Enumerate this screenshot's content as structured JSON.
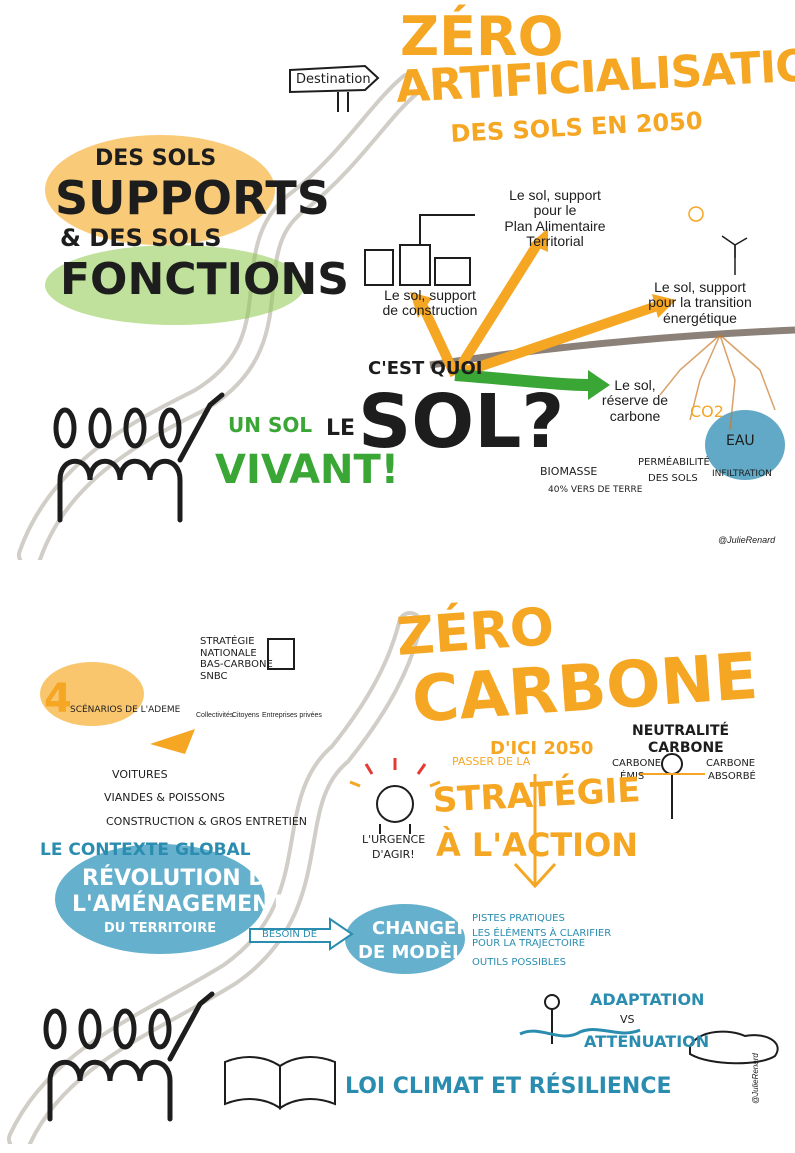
{
  "panel1": {
    "destination_sign": "Destination",
    "title_line1": "ZÉRO",
    "title_line2": "ARTIFICIALISATION",
    "title_line3": "DES SOLS EN 2050",
    "left_heading": [
      "DES SOLS",
      "SUPPORTS",
      "& DES SOLS",
      "FONCTIONS"
    ],
    "label_food": [
      "Le sol, support",
      "pour le",
      "Plan Alimentaire",
      "Territorial"
    ],
    "label_construction": [
      "Le sol, support",
      "de construction"
    ],
    "label_energy": [
      "Le sol, support",
      "pour la transition",
      "énergétique"
    ],
    "label_carbon": [
      "Le sol,",
      "réserve de",
      "carbone"
    ],
    "question_small": "C'EST QUOI",
    "question_le": "LE",
    "question_big": "SOL?",
    "living_soil": [
      "UN SOL",
      "VIVANT!"
    ],
    "co2": "CO2",
    "biomass": "BIOMASSE",
    "biomass_sub": "40% VERS DE TERRE",
    "permeability": [
      "PERMÉABILITÉ",
      "DES SOLS"
    ],
    "water": "EAU",
    "infiltration": "INFILTRATION",
    "signature": "@JulieRenard"
  },
  "panel2": {
    "title_line1": "ZÉRO",
    "title_line2": "CARBONE",
    "title_line3": "D'ICI 2050",
    "ademe_number": "4",
    "ademe_label": "SCÉNARIOS DE L'ADEME",
    "snbc": [
      "STRATÉGIE",
      "NATIONALE",
      "BAS-CARBONE",
      "SNBC"
    ],
    "snbc_sub": [
      "Collectivités",
      "Citoyens",
      "Entreprises privées"
    ],
    "impacts": [
      "VOITURES",
      "VIANDES & POISSONS",
      "CONSTRUCTION & GROS ENTRETIEN"
    ],
    "neutrality": [
      "NEUTRALITÉ",
      "CARBONE"
    ],
    "carbon_emitted": [
      "CARBONE",
      "ÉMIS"
    ],
    "carbon_absorbed": [
      "CARBONE",
      "ABSORBÉ"
    ],
    "strategy_small": "PASSER DE LA",
    "strategy_big": "STRATÉGIE",
    "action": "À L'ACTION",
    "urgency": [
      "L'URGENCE",
      "D'AGIR!"
    ],
    "global_context": "LE CONTEXTE GLOBAL",
    "revolution": [
      "RÉVOLUTION DE",
      "L'AMÉNAGEMENT",
      "DU TERRITOIRE"
    ],
    "need": "BESOIN DE",
    "change_model": [
      "CHANGER",
      "DE MODÈLE"
    ],
    "bullets": [
      "PISTES PRATIQUES",
      "LES ÉLÉMENTS À CLARIFIER POUR LA TRAJECTOIRE",
      "OUTILS POSSIBLES"
    ],
    "adaptation": "ADAPTATION",
    "vs": "VS",
    "mitigation": "ATTÉNUATION",
    "law": "LOI CLIMAT ET RÉSILIENCE",
    "signature": "@JulieRenard"
  },
  "colors": {
    "orange": "#f5a623",
    "dark": "#1d1d1d",
    "green": "#3aa636",
    "teal": "#2a8db0",
    "grey_road": "#c9c4bd"
  }
}
